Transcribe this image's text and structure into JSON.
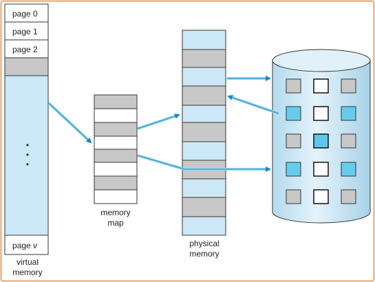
{
  "virtual_memory": {
    "pages": [
      "page 0",
      "page 1",
      "page 2"
    ],
    "last_page_prefix": "page ",
    "last_page_var": "v",
    "ellipsis": "•",
    "caption_line1": "virtual",
    "caption_line2": "memory"
  },
  "memory_map": {
    "caption_line1": "memory",
    "caption_line2": "map"
  },
  "physical_memory": {
    "caption_line1": "physical",
    "caption_line2": "memory"
  },
  "colors": {
    "frame_border": "#e8a56a",
    "light_blue": "#cce8f6",
    "gray": "#c8c8c8",
    "bright_blue": "#5cc8ee",
    "cell_blue": "#66ccee",
    "arrow": "#3aa6d6",
    "outline": "#333333"
  }
}
